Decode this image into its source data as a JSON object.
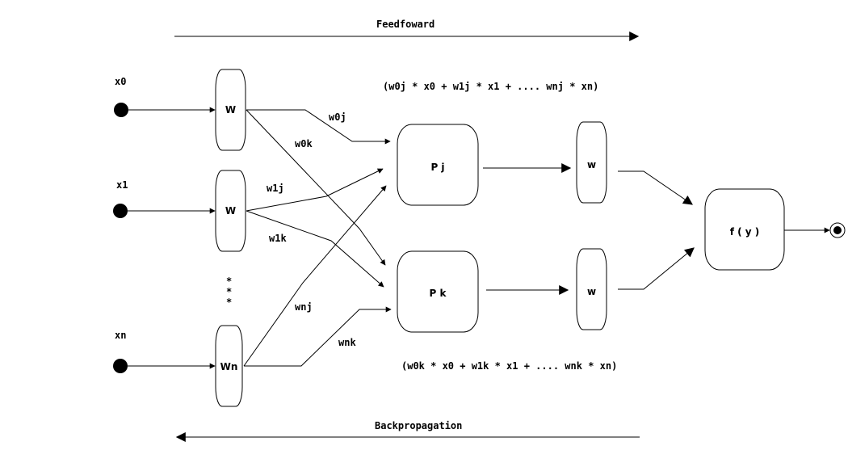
{
  "header": {
    "feedforward_label": "Feedfoward",
    "backprop_label": "Backpropagation"
  },
  "inputs": {
    "x0": "x0",
    "x1": "x1",
    "xn": "xn"
  },
  "weights": {
    "w0": "W",
    "w1": "W",
    "wn": "Wn"
  },
  "edge_labels": {
    "w0j": "w0j",
    "w0k": "w0k",
    "w1j": "w1j",
    "w1k": "w1k",
    "wnj": "wnj",
    "wnk": "wnk"
  },
  "ellipsis": [
    "*",
    "*",
    "*"
  ],
  "nodes": {
    "pj": "P j",
    "pk": "P k",
    "wj": "w",
    "wk": "w",
    "fy": "f ( y )"
  },
  "formulas": {
    "j": "(w0j * x0 + w1j * x1 + .... wnj * xn)",
    "k": "(w0k * x0 + w1k * x1 + .... wnk * xn)"
  }
}
